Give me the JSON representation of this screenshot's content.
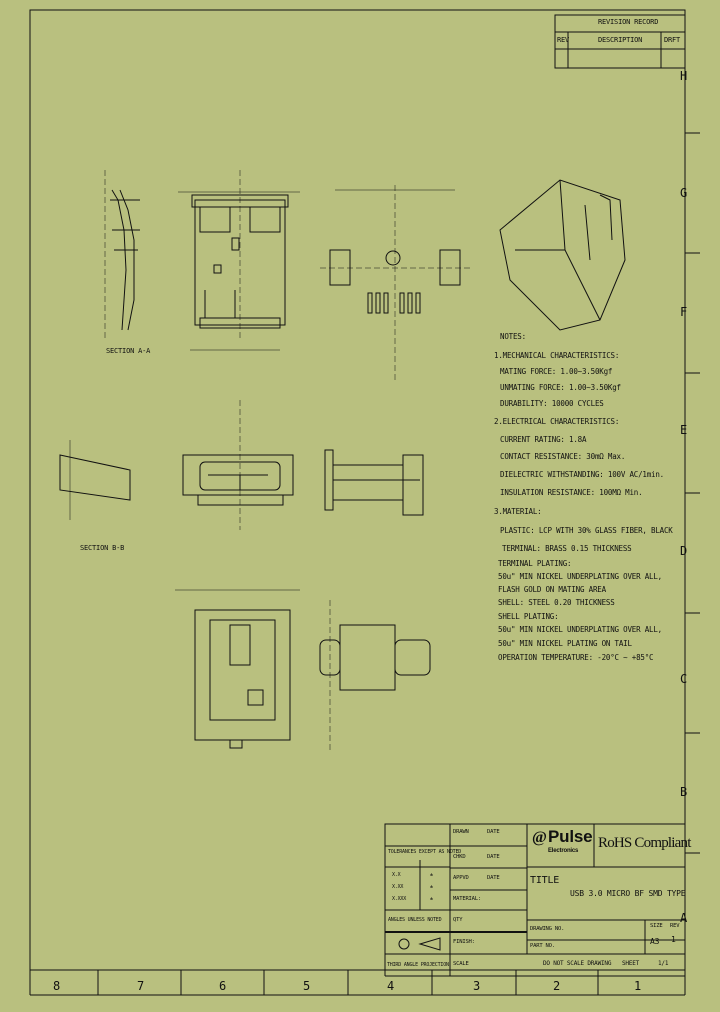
{
  "revision_block": {
    "title": "REVISION RECORD",
    "col_rev": "REV",
    "col_description": "DESCRIPTION",
    "col_draft": "DRFT"
  },
  "border": {
    "zones_right": [
      "H",
      "G",
      "F",
      "E",
      "D",
      "C",
      "B",
      "A"
    ],
    "zones_bottom": [
      "8",
      "7",
      "6",
      "5",
      "4",
      "3",
      "2",
      "1"
    ]
  },
  "views": {
    "section_a": "SECTION A-A",
    "section_b": "SECTION B-B"
  },
  "notes": {
    "title": "NOTES:",
    "items": [
      "1.MECHANICAL CHARACTERISTICS:",
      "MATING FORCE: 1.00~3.50Kgf",
      "UNMATING FORCE: 1.00~3.50Kgf",
      "DURABILITY: 10000 CYCLES",
      "2.ELECTRICAL CHARACTERISTICS:",
      "CURRENT RATING: 1.8A",
      "CONTACT RESISTANCE: 30mΩ Max.",
      "DIELECTRIC WITHSTANDING: 100V AC/1min.",
      "INSULATION RESISTANCE: 100MΩ Min.",
      "3.MATERIAL:",
      "PLASTIC: LCP WITH 30% GLASS FIBER, BLACK",
      "TERMINAL: BRASS  0.15 THICKNESS",
      "TERMINAL PLATING:",
      "50u\" MIN NICKEL UNDERPLATING OVER ALL,",
      "FLASH GOLD ON MATING AREA",
      "SHELL: STEEL 0.20 THICKNESS",
      "SHELL PLATING:",
      "50u\" MIN NICKEL UNDERPLATING OVER ALL,",
      "50u\" MIN NICKEL PLATING ON TAIL",
      "OPERATION TEMPERATURE: -20°C ~ +85°C"
    ]
  },
  "title_block": {
    "tolerance_title": "TOLERANCES EXCEPT AS NOTED",
    "tolerances": [
      {
        "label": "X.X",
        "value": "±"
      },
      {
        "label": "X.XX",
        "value": "±"
      },
      {
        "label": "X.XXX",
        "value": "±"
      }
    ],
    "angles": "ANGLES UNLESS NOTED",
    "projection": "THIRD ANGLE PROJECTION",
    "drawn": "DRAWN",
    "checked": "CHKD",
    "approved": "APPVD",
    "date": "DATE",
    "material": "MATERIAL:",
    "qty": "QTY",
    "finish": "FINISH:",
    "scale": "SCALE",
    "company": "Pulse",
    "company_sub": "Electronics",
    "rohs": "RoHS Compliant",
    "title_label": "TITLE",
    "title": "USB 3.0 MICRO BF SMD TYPE",
    "drawing_no": "DRAWING NO.",
    "part_no": "PART NO.",
    "size_label": "SIZE",
    "size": "A3",
    "rev_label": "REV",
    "rev": "1",
    "do_not_scale": "DO NOT SCALE DRAWING",
    "sheet": "SHEET",
    "sheet_value": "1/1"
  }
}
